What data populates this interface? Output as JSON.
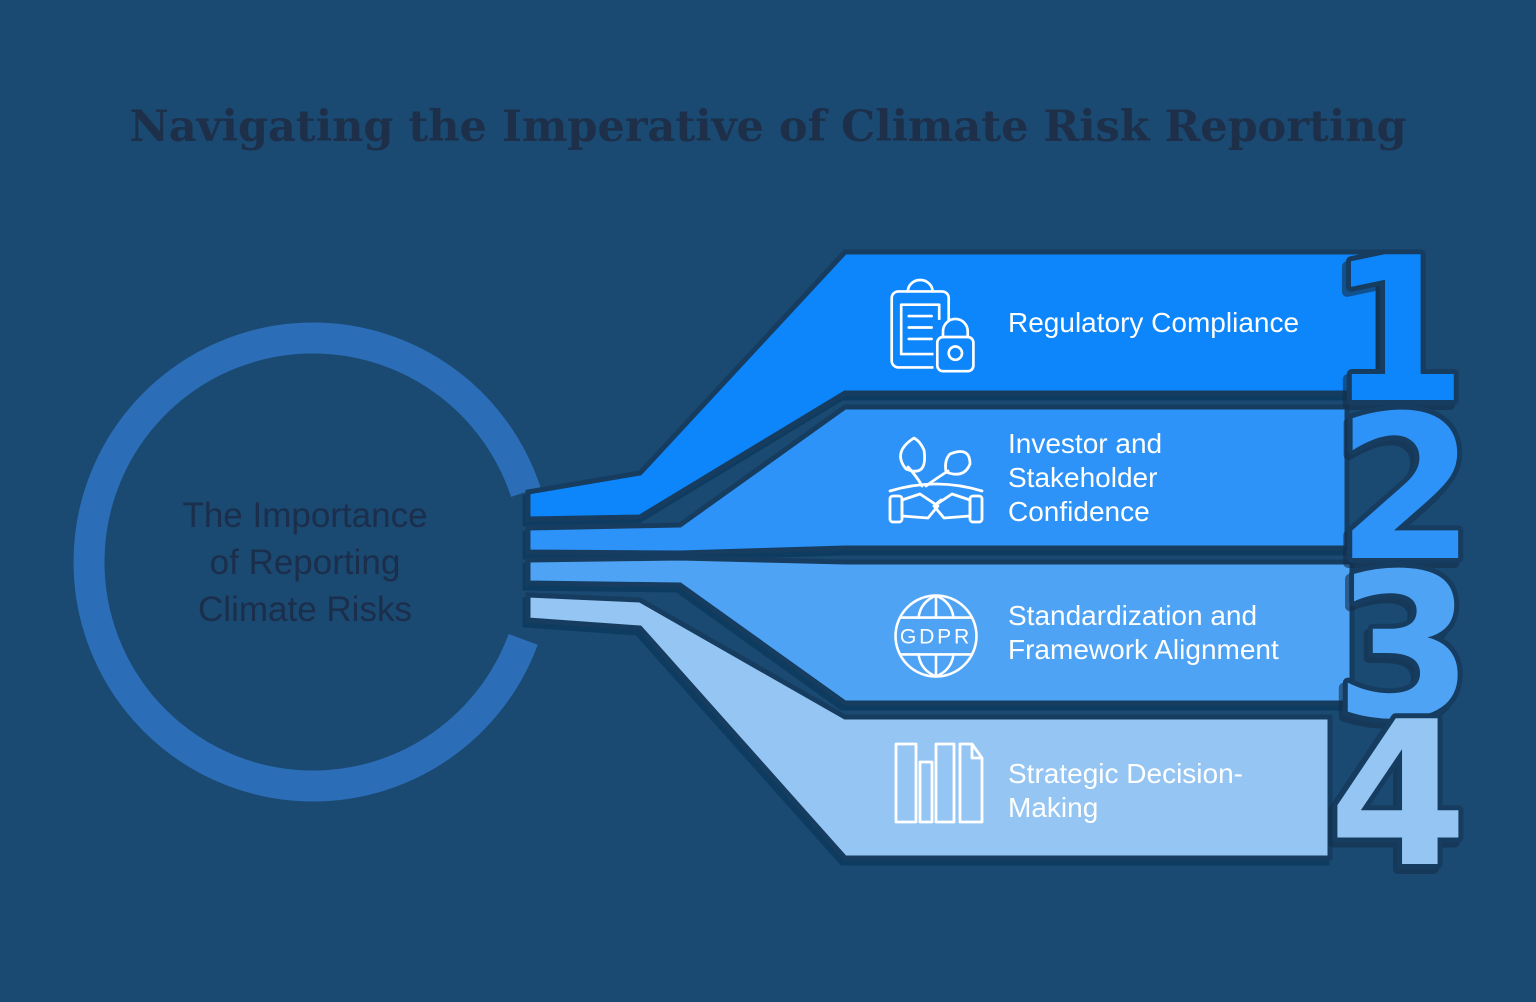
{
  "title": "Navigating the Imperative of Climate Risk Reporting",
  "center": {
    "lines": [
      "The Importance",
      "of Reporting",
      "Climate Risks"
    ]
  },
  "bands": [
    {
      "number": "1",
      "icon": "clipboard-lock-icon",
      "lines": [
        "Regulatory Compliance"
      ]
    },
    {
      "number": "2",
      "icon": "plant-handshake-icon",
      "lines": [
        "Investor and",
        "Stakeholder",
        "Confidence"
      ]
    },
    {
      "number": "3",
      "icon": "globe-gdpr-icon",
      "icon_text": "GDPR",
      "lines": [
        "Standardization and",
        "Framework Alignment"
      ]
    },
    {
      "number": "4",
      "icon": "books-icon",
      "lines": [
        "Strategic Decision-",
        "Making"
      ]
    }
  ],
  "colors": {
    "background": "#1a4971",
    "outline": "#163c61",
    "ring": "#2b6db6",
    "band1": "#0d86fb",
    "band2": "#2e93f8",
    "band3": "#4fa3f4",
    "band4": "#94c5f3",
    "title_text": "#1d2f49",
    "circle_text": "#1b2e4b",
    "label_text": "#ffffff",
    "icon_stroke": "#ffffff"
  }
}
